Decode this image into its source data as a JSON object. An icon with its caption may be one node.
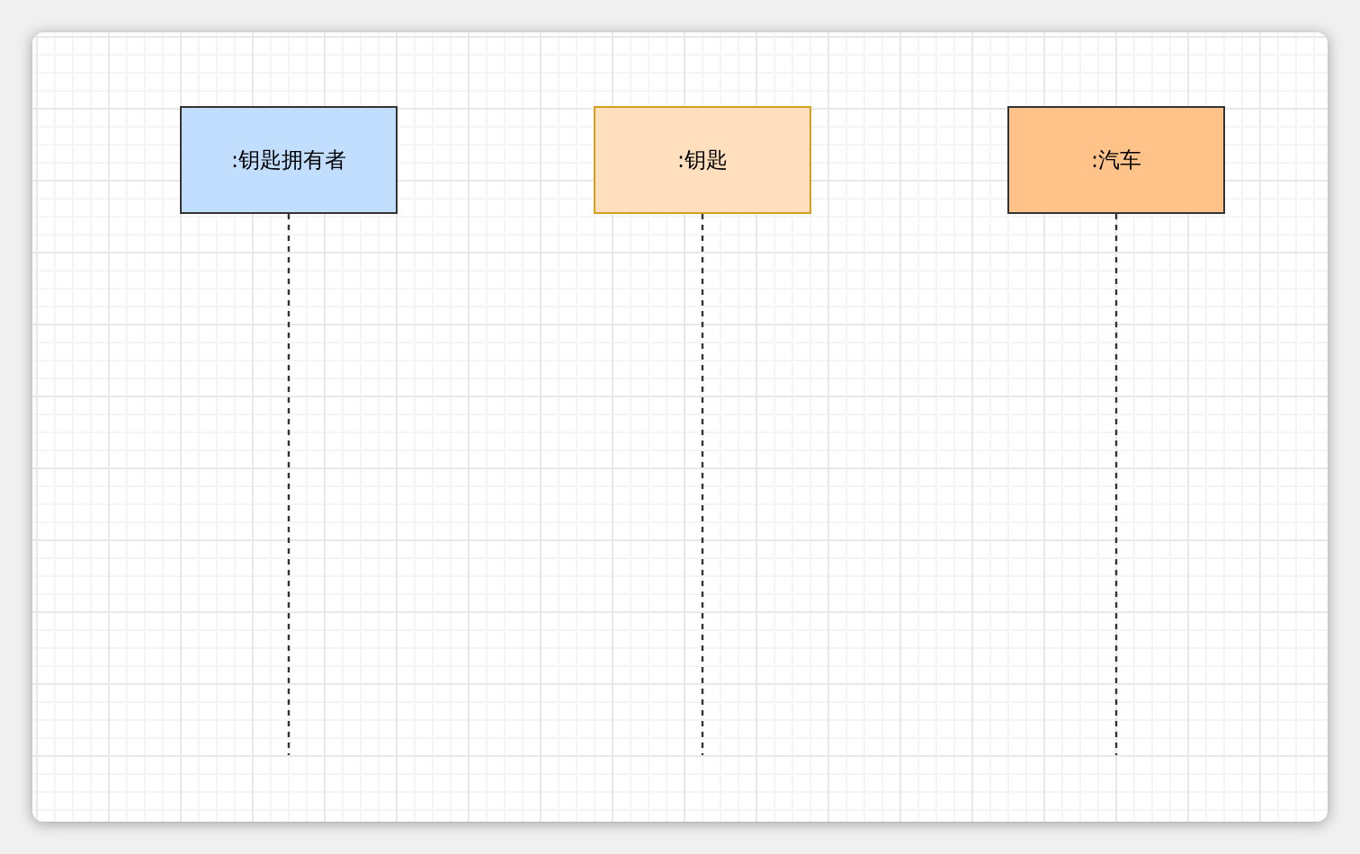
{
  "diagram": {
    "nodes": [
      {
        "text": [
          ":钥匙拥有者"
        ]
      },
      {
        "text": [
          ":钥匙"
        ]
      },
      {
        "text": [
          ":汽车"
        ]
      }
    ],
    "edges": [
      {
        "from": 0,
        "to": null,
        "arrow": "none",
        "style": "dashed"
      },
      {
        "from": 1,
        "to": null,
        "arrow": "none",
        "style": "dashed"
      },
      {
        "from": 2,
        "to": null,
        "arrow": "none",
        "style": "dashed"
      }
    ]
  }
}
